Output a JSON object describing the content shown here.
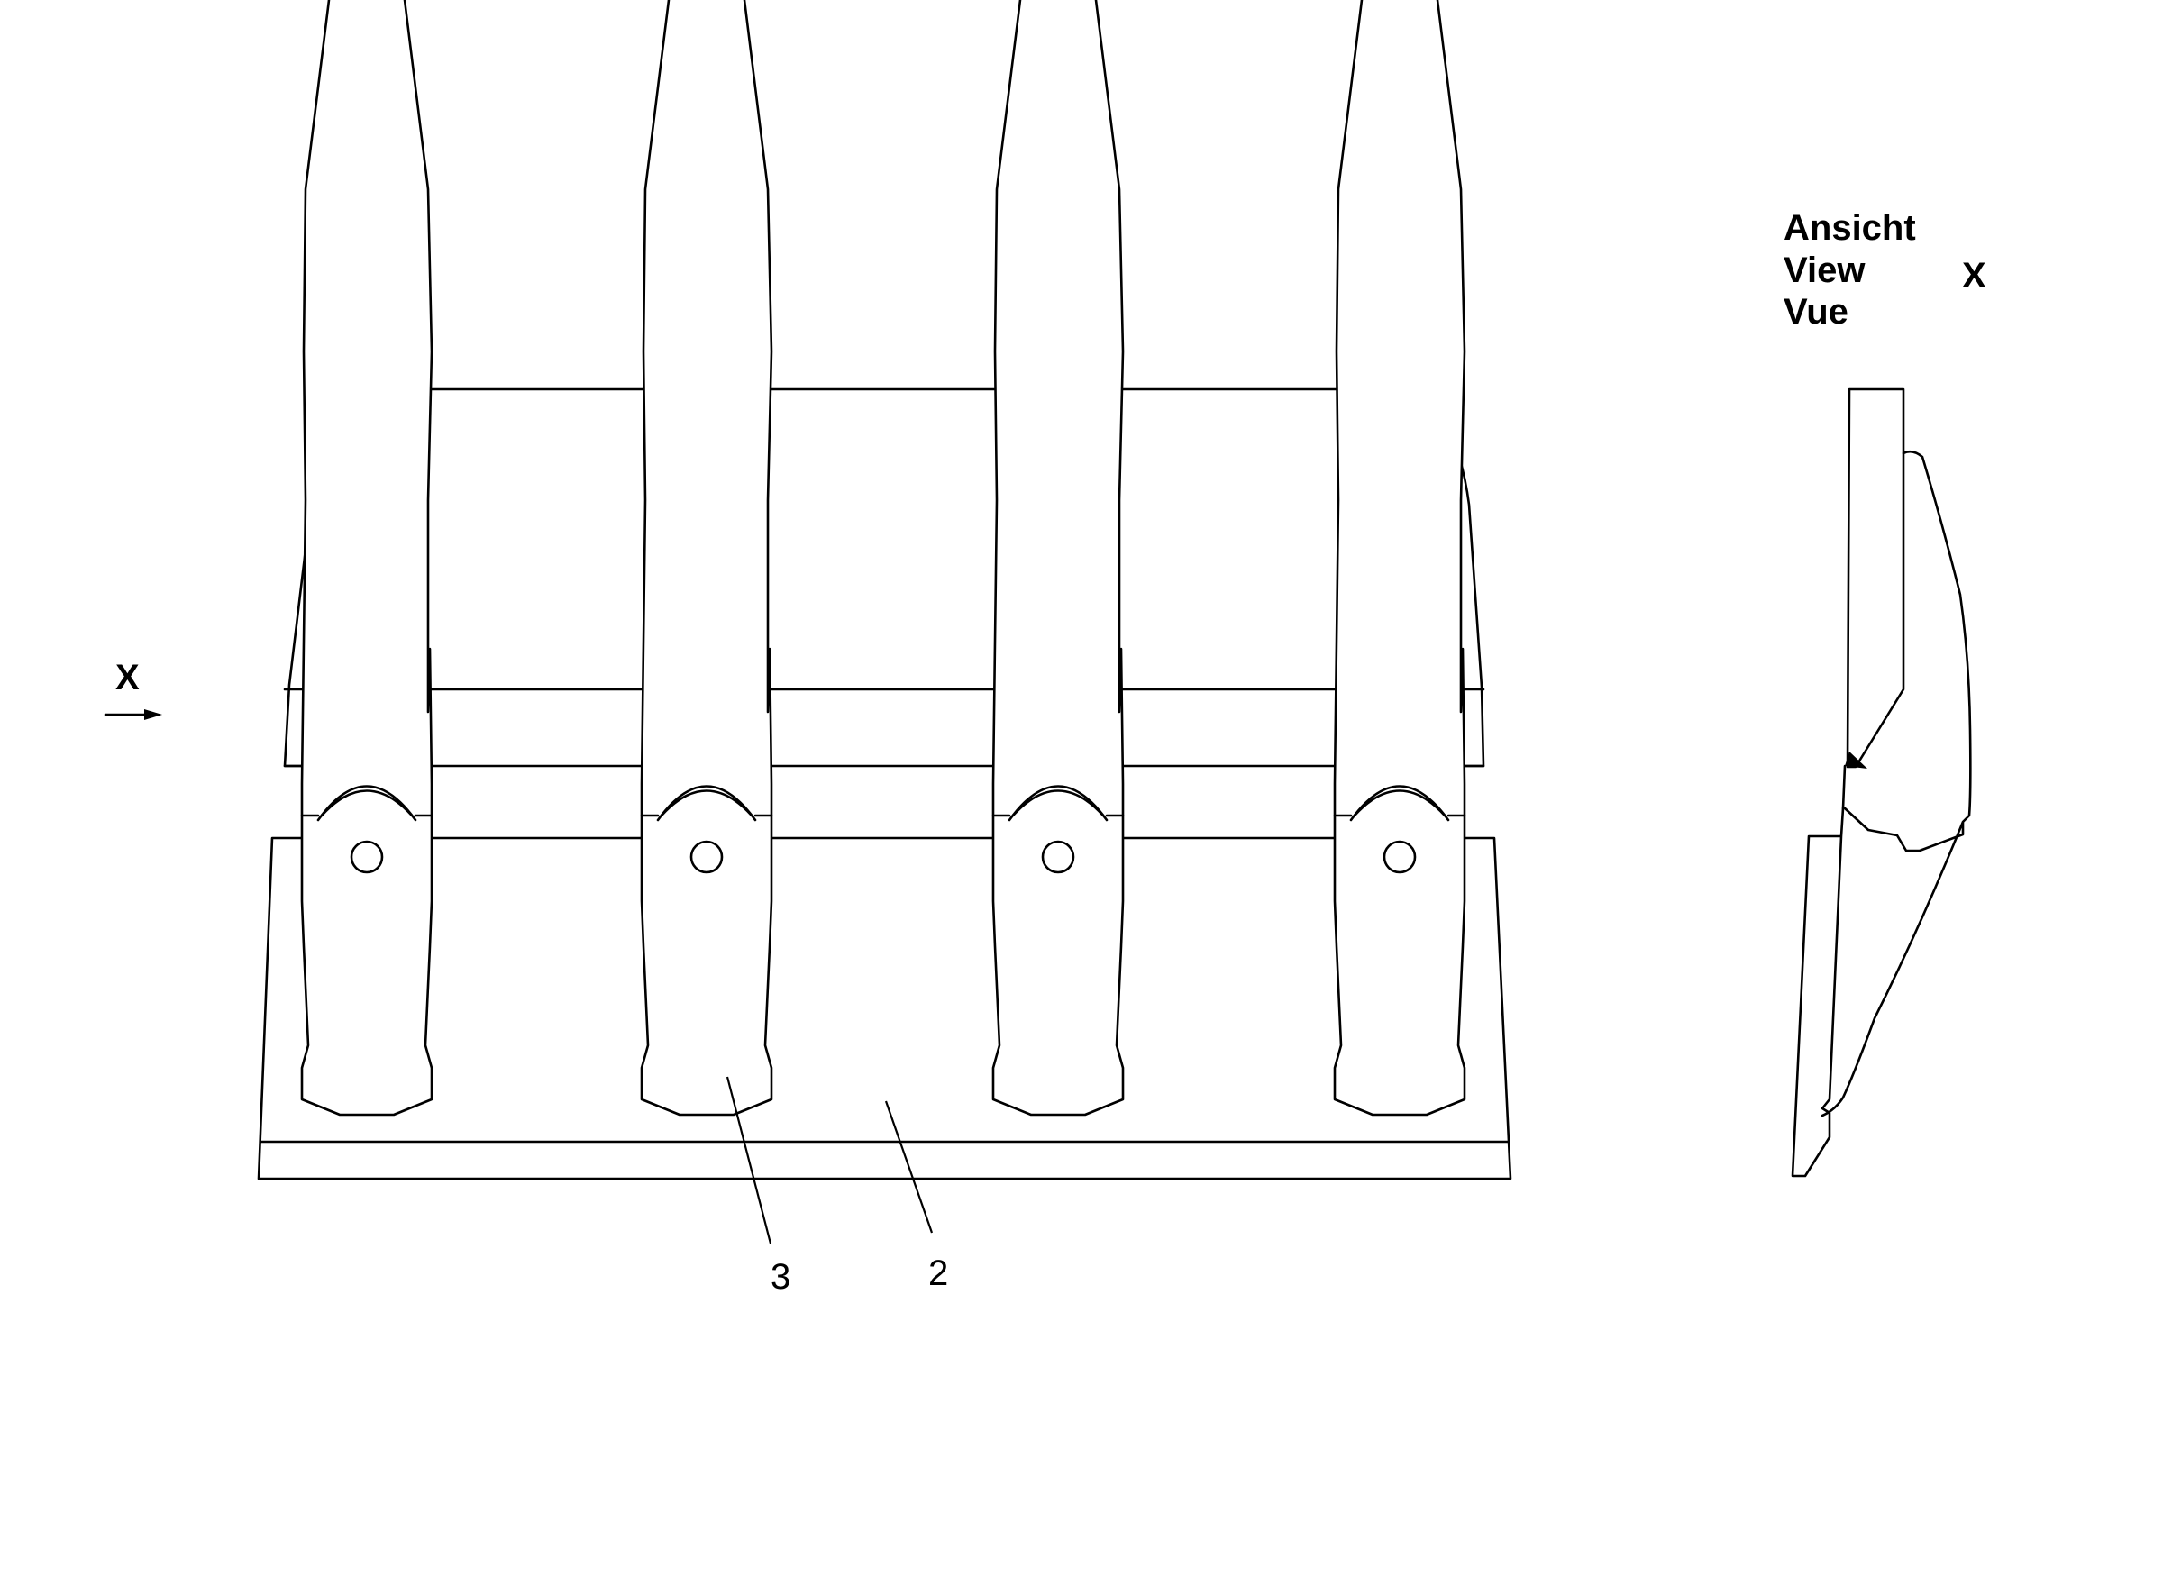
{
  "view_label": {
    "lines": [
      "Ansicht",
      "View",
      "Vue"
    ],
    "letter": "X"
  },
  "arrow_label": "X",
  "callouts": [
    {
      "id": "tooth",
      "text": "3"
    },
    {
      "id": "bucket-lip",
      "text": "2"
    }
  ],
  "tooth_count": 4
}
